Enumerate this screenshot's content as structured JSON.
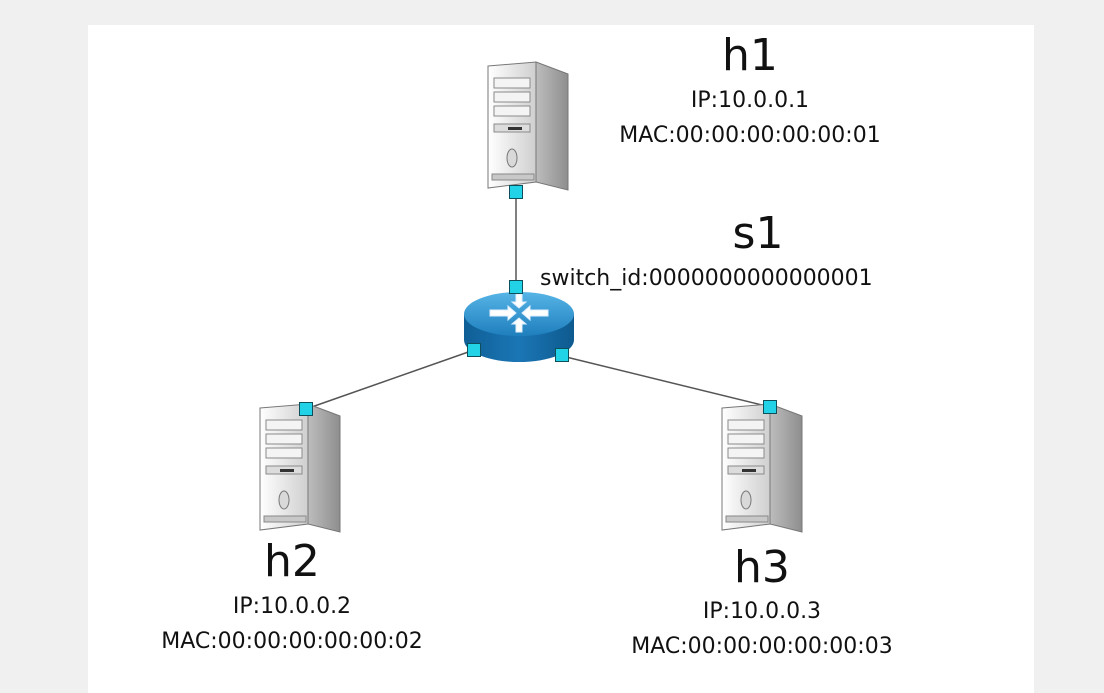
{
  "switch": {
    "name": "s1",
    "switch_id": "switch_id:0000000000000001"
  },
  "hosts": {
    "h1": {
      "name": "h1",
      "ip": "IP:10.0.0.1",
      "mac": "MAC:00:00:00:00:00:01"
    },
    "h2": {
      "name": "h2",
      "ip": "IP:10.0.0.2",
      "mac": "MAC:00:00:00:00:00:02"
    },
    "h3": {
      "name": "h3",
      "ip": "IP:10.0.0.3",
      "mac": "MAC:00:00:00:00:00:03"
    }
  },
  "colors": {
    "port": "#22d3e8",
    "switch_top": "#2b8fc6",
    "switch_side": "#1667a1",
    "link": "#555555"
  }
}
